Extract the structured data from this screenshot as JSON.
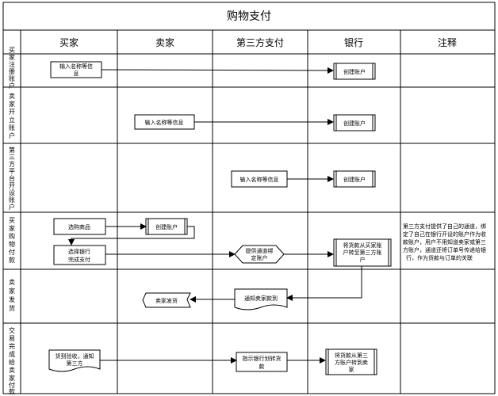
{
  "title": "购物支付",
  "columns": [
    "买家",
    "卖家",
    "第三方支付",
    "银行",
    "注释"
  ],
  "rows": [
    [
      "买",
      "家",
      "注",
      "册",
      "账",
      "户"
    ],
    [
      "卖",
      "家",
      "开",
      "立",
      "账",
      "户"
    ],
    [
      "第",
      "三",
      "方",
      "平",
      "台",
      "开",
      "设",
      "账",
      "户"
    ],
    [
      "买",
      "家",
      "购",
      "物",
      "付",
      "款"
    ],
    [
      "卖",
      "家",
      "发",
      "货"
    ],
    [
      "交",
      "易",
      "完",
      "成",
      "给",
      "卖",
      "家",
      "付",
      "款"
    ]
  ],
  "nodes": {
    "r1_input": [
      "输入名称等信",
      "息"
    ],
    "r1_bank": [
      "创建账户"
    ],
    "r2_input": [
      "输入名称等信息"
    ],
    "r2_bank": [
      "创建账户"
    ],
    "r3_input": [
      "输入名称等信息"
    ],
    "r3_bank": [
      "创建账户"
    ],
    "r4_select": [
      "选购商品"
    ],
    "r4_create": [
      "创建账户"
    ],
    "r4_pay": [
      "选择银行",
      "完成支付"
    ],
    "r4_tp": [
      "提供通道绑",
      "定账户"
    ],
    "r4_bank": [
      "将货款从买家账",
      "户转至第三方账",
      "户"
    ],
    "r5_ship": [
      "卖家发货"
    ],
    "r5_notify": [
      "通知卖家款到"
    ],
    "r6_confirm": [
      "货到验收，通知",
      "第三方"
    ],
    "r6_tp": [
      "指示银行划转货",
      "款"
    ],
    "r6_bank": [
      "将货款从第三",
      "方账户转到卖",
      "家"
    ]
  },
  "note": [
    "第三方支付提供了自己的通道，绑",
    "定了自己在银行开设的账户作为收",
    "款账户，用户不用知道卖家或第三",
    "方账户，通道还将订单号传递给银",
    "行，作为货款与订单的关联"
  ]
}
